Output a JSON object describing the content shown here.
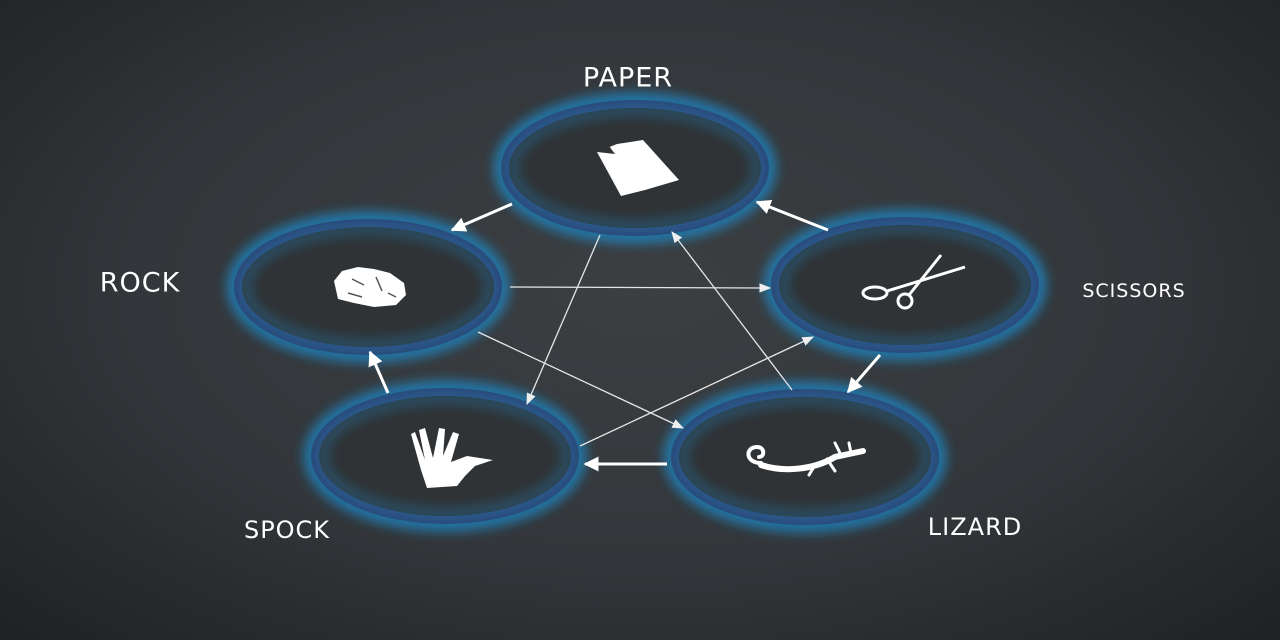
{
  "nodes": [
    {
      "id": "paper",
      "label": "PAPER",
      "icon": "paper-icon"
    },
    {
      "id": "rock",
      "label": "ROCK",
      "icon": "rock-icon"
    },
    {
      "id": "scissors",
      "label": "SCISSORS",
      "icon": "scissors-icon"
    },
    {
      "id": "spock",
      "label": "SPOCK",
      "icon": "spock-hand-icon"
    },
    {
      "id": "lizard",
      "label": "LIZARD",
      "icon": "lizard-icon"
    }
  ],
  "edges": [
    {
      "from": "paper",
      "to": "rock"
    },
    {
      "from": "scissors",
      "to": "paper"
    },
    {
      "from": "scissors",
      "to": "lizard"
    },
    {
      "from": "lizard",
      "to": "spock"
    },
    {
      "from": "spock",
      "to": "rock"
    },
    {
      "from": "rock",
      "to": "scissors"
    },
    {
      "from": "rock",
      "to": "lizard"
    },
    {
      "from": "paper",
      "to": "spock"
    },
    {
      "from": "lizard",
      "to": "paper"
    },
    {
      "from": "spock",
      "to": "scissors"
    }
  ],
  "colors": {
    "ring": "#2c4a78",
    "glow": "#1a8fd0",
    "arrow": "#ffffff",
    "background": "#35383b"
  }
}
